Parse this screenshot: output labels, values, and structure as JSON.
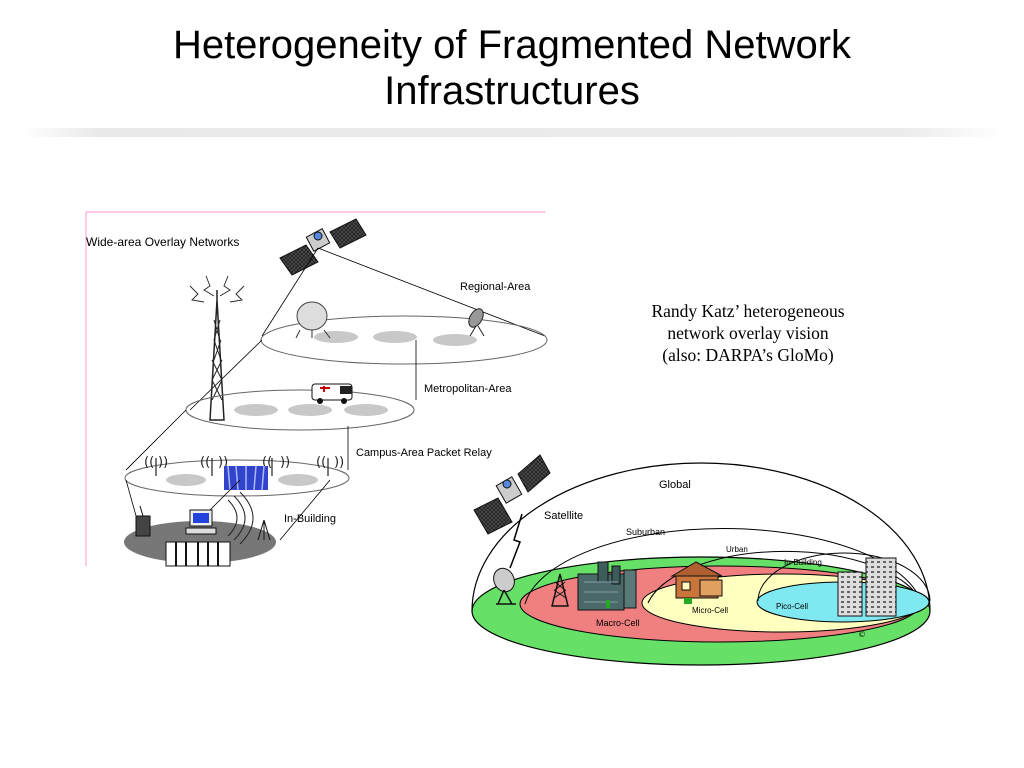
{
  "title": {
    "line1": "Heterogeneity of Fragmented Network",
    "line2": "Infrastructures"
  },
  "caption": {
    "line1": "Randy Katz’ heterogeneous",
    "line2": "network overlay vision",
    "line3": "(also: DARPA’s GloMo)"
  },
  "overlay_diagram": {
    "wide_area": "Wide-area Overlay Networks",
    "regional": "Regional-Area",
    "metropolitan": "Metropolitan-Area",
    "campus": "Campus-Area Packet Relay",
    "in_building": "In-Building"
  },
  "dome_diagram": {
    "global": "Global",
    "satellite": "Satellite",
    "suburban": "Suburban",
    "urban": "Urban",
    "in_building": "In-Building",
    "pico_cell": "Pico-Cell",
    "micro_cell": "Micro-Cell",
    "macro_cell": "Macro-Cell"
  },
  "colors": {
    "macro": "#f08080",
    "outer_ring": "#66e066",
    "micro": "#ffffc0",
    "pico": "#80e8f0"
  }
}
